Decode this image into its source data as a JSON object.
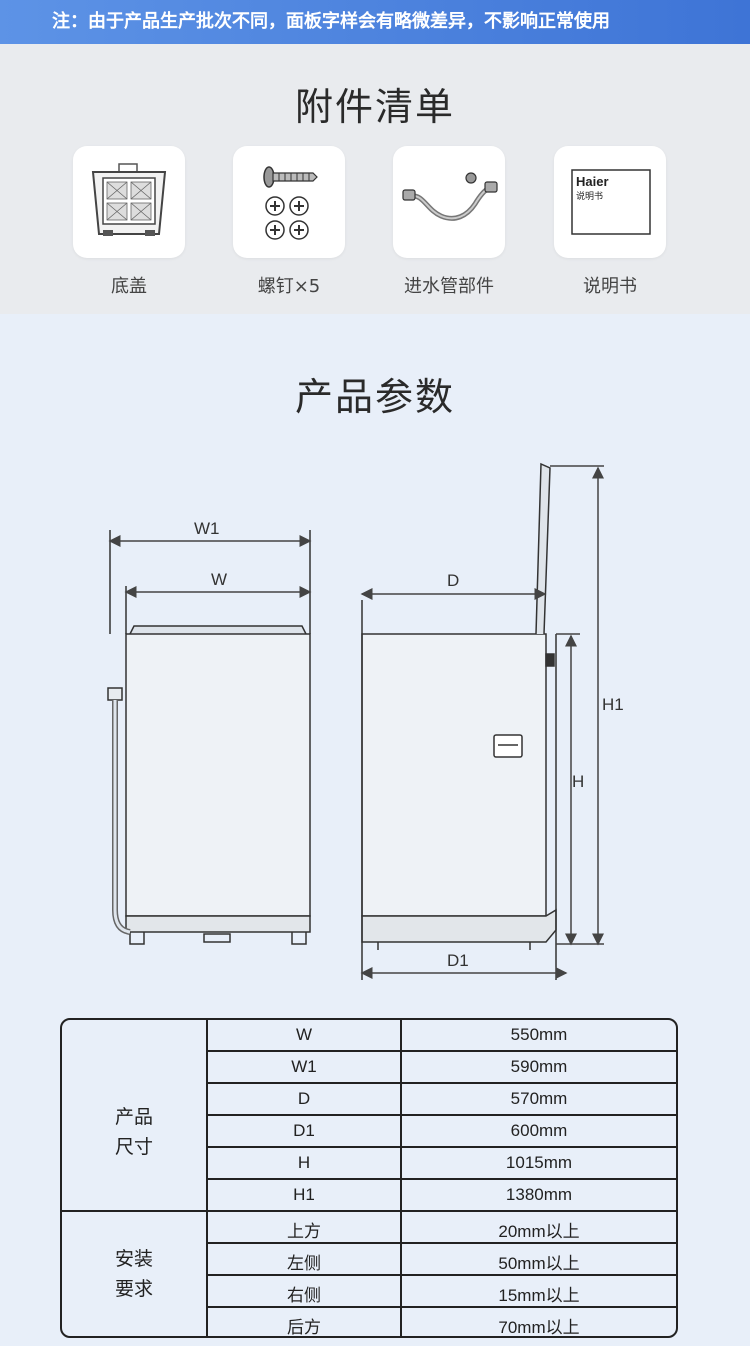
{
  "banner": {
    "text": "注：由于产品生产批次不同，面板字样会有略微差异，不影响正常使用"
  },
  "accessories": {
    "title": "附件清单",
    "items": [
      {
        "label": "底盖",
        "icon": "base-cover-icon"
      },
      {
        "label": "螺钉×5",
        "icon": "screws-icon"
      },
      {
        "label": "进水管部件",
        "icon": "inlet-hose-icon"
      },
      {
        "label": "说明书",
        "icon": "manual-icon"
      }
    ],
    "manual_brand": "Haier",
    "manual_title": "说明书"
  },
  "params": {
    "title": "产品参数",
    "diagram_labels": {
      "W1": "W1",
      "W": "W",
      "D": "D",
      "D1": "D1",
      "H": "H",
      "H1": "H1"
    }
  },
  "spec_table": {
    "groups": [
      {
        "name_line1": "产品",
        "name_line2": "尺寸",
        "rows": [
          {
            "key": "W",
            "value": "550mm"
          },
          {
            "key": "W1",
            "value": "590mm"
          },
          {
            "key": "D",
            "value": "570mm"
          },
          {
            "key": "D1",
            "value": "600mm"
          },
          {
            "key": "H",
            "value": "1015mm"
          },
          {
            "key": "H1",
            "value": "1380mm"
          }
        ]
      },
      {
        "name_line1": "安装",
        "name_line2": "要求",
        "rows": [
          {
            "key": "上方",
            "value": "20mm以上"
          },
          {
            "key": "左侧",
            "value": "50mm以上"
          },
          {
            "key": "右侧",
            "value": "15mm以上"
          },
          {
            "key": "后方",
            "value": "70mm以上"
          }
        ]
      }
    ]
  }
}
